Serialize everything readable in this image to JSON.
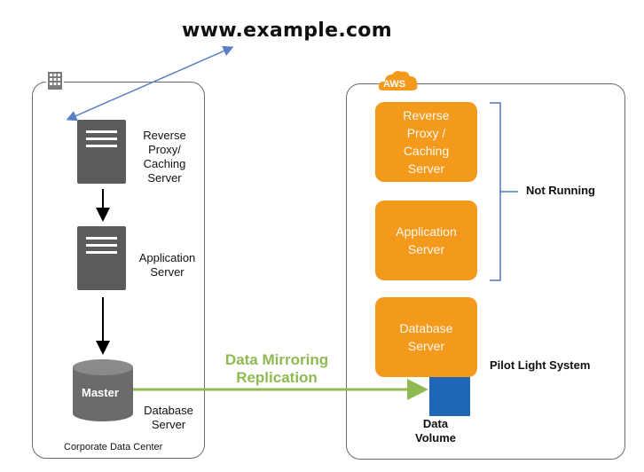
{
  "url": "www.example.com",
  "corporate": {
    "region_label": "Corporate Data Center",
    "proxy_label": "Reverse Proxy/ Caching Server",
    "app_label": "Application Server",
    "master_label": "Master",
    "db_label": "Database Server"
  },
  "aws": {
    "badge": "AWS",
    "proxy_label": "Reverse Proxy / Caching Server",
    "app_label": "Application Server",
    "db_label": "Database Server",
    "not_running": "Not Running",
    "pilot_light": "Pilot Light System",
    "data_volume": "Data Volume"
  },
  "replication_label": "Data Mirroring Replication",
  "colors": {
    "server_gray": "#5b5b5b",
    "aws_orange": "#f39a1c",
    "replication_green": "#8fba53",
    "url_arrow_blue": "#5b7fc4",
    "volume_blue": "#1f66b7",
    "bracket_blue": "#4a78c2"
  },
  "icons": [
    "building-icon",
    "aws-cloud-icon",
    "server-icon",
    "database-cylinder-icon",
    "data-volume-icon"
  ]
}
